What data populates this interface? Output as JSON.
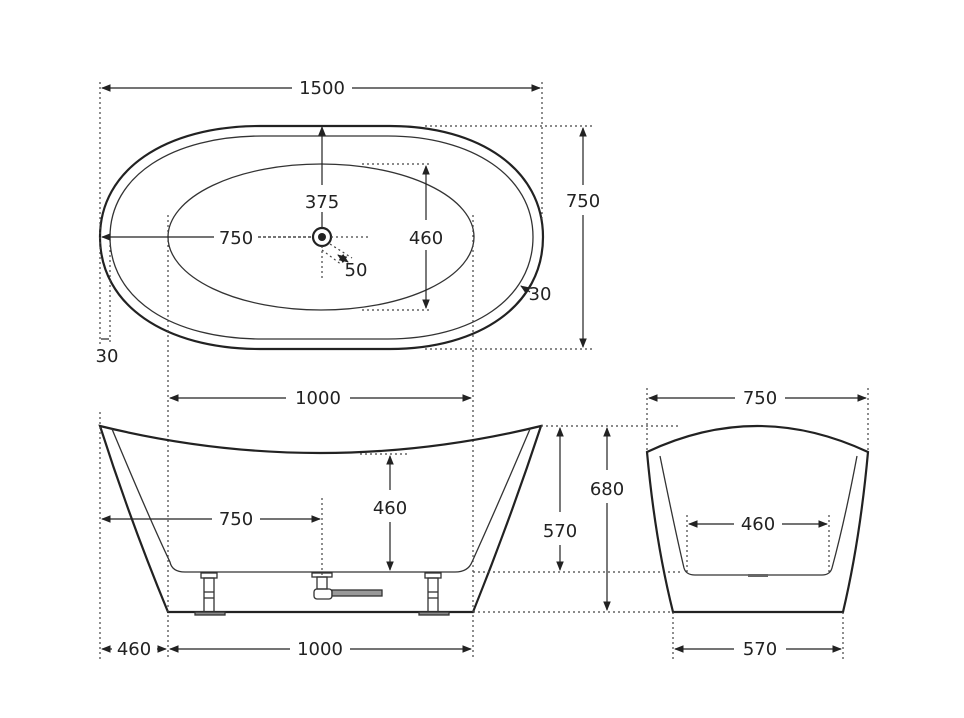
{
  "title": "Freestanding bath dimensions",
  "top_view": {
    "overall_length": "1500",
    "overall_width": "750",
    "waste_offset_y": "375",
    "waste_offset_x": "750",
    "basin_width": "460",
    "waste_diameter": "50",
    "rim_right": "30",
    "rim_left": "30"
  },
  "side_view": {
    "basin_length_top": "1000",
    "basin_depth": "460",
    "waste_from_end": "750",
    "inner_height": "570",
    "overall_height": "680",
    "foot_offset": "460",
    "base_length": "1000"
  },
  "end_view": {
    "top_width": "750",
    "basin_width": "460",
    "base_width": "570"
  }
}
